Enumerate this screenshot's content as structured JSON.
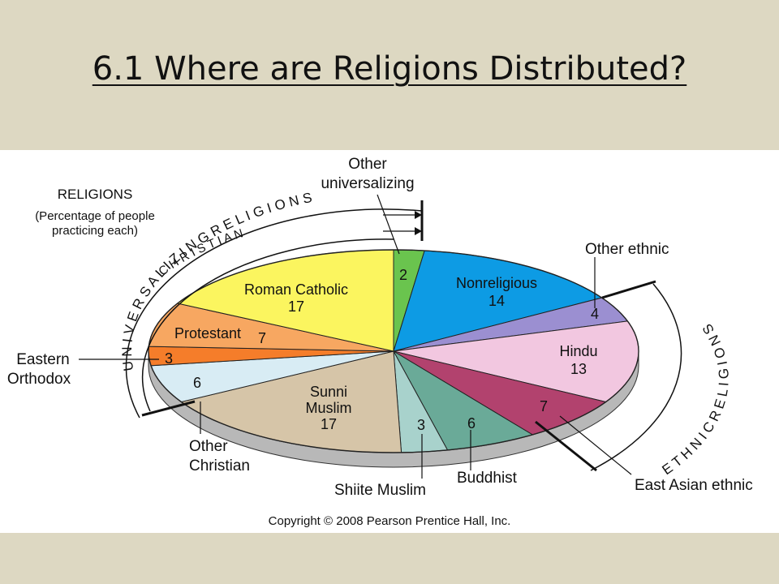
{
  "slide": {
    "title": "6.1 Where are Religions Distributed?"
  },
  "figure": {
    "legend_title": "RELIGIONS",
    "legend_line1": "(Percentage of people",
    "legend_line2": "practicing each)",
    "copyright": "Copyright © 2008 Pearson Prentice Hall, Inc."
  },
  "group_labels": {
    "universalizing": "U N I V E R S A L I Z I N G   R E L I G I O N S",
    "christian": "C H R I S T I A N",
    "ethnic": "E T H N I C   R E L I G I O N S"
  },
  "colors": {
    "background": "#ddd8c2",
    "figure_bg": "#ffffff",
    "depth_side": "#b8b8b8"
  },
  "chart_data": {
    "type": "pie",
    "title": "RELIGIONS",
    "subtitle": "(Percentage of people practicing each)",
    "slices": [
      {
        "label": "Other universalizing",
        "value": 2,
        "color": "#6ac44e"
      },
      {
        "label": "Nonreligious",
        "value": 14,
        "color": "#0d9be4"
      },
      {
        "label": "Other ethnic",
        "value": 4,
        "color": "#9b8fd1"
      },
      {
        "label": "Hindu",
        "value": 13,
        "color": "#f2c7e0"
      },
      {
        "label": "East Asian ethnic",
        "value": 7,
        "color": "#b2426e"
      },
      {
        "label": "Buddhist",
        "value": 6,
        "color": "#6aaa98"
      },
      {
        "label": "Shiite Muslim",
        "value": 3,
        "color": "#a8d2cc"
      },
      {
        "label": "Sunni Muslim",
        "value": 17,
        "color": "#d6c5a8"
      },
      {
        "label": "Other Christian",
        "value": 6,
        "color": "#d8ecf4"
      },
      {
        "label": "Eastern Orthodox",
        "value": 3,
        "color": "#f57d2a"
      },
      {
        "label": "Protestant",
        "value": 7,
        "color": "#f7a761"
      },
      {
        "label": "Roman Catholic",
        "value": 17,
        "color": "#fbf55f"
      }
    ]
  }
}
